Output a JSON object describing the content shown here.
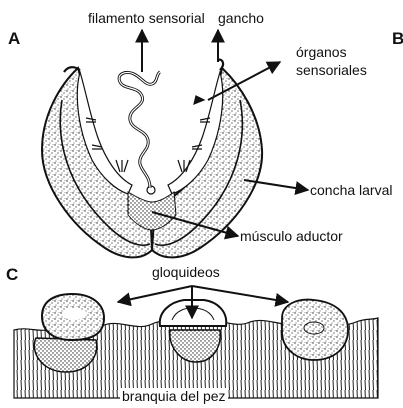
{
  "panels": {
    "a": "A",
    "b": "B",
    "c": "C"
  },
  "labels": {
    "filamento": "filamento sensorial",
    "gancho": "gancho",
    "organos_line1": "órganos",
    "organos_line2": "sensoriales",
    "concha": "concha larval",
    "musculo": "músculo aductor",
    "gloquideos": "gloquideos",
    "branquia": "branquia del pez"
  },
  "colors": {
    "ink": "#111111",
    "background": "#ffffff"
  }
}
